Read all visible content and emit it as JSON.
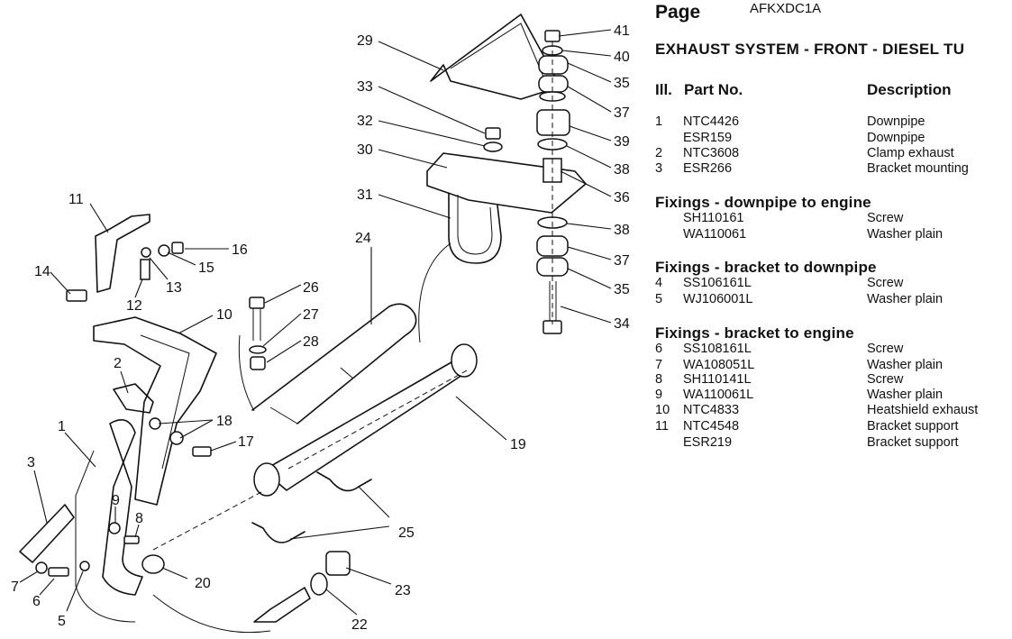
{
  "page": {
    "label": "Page",
    "code": "AFKXDC1A"
  },
  "title": "EXHAUST SYSTEM - FRONT - DIESEL TU",
  "columns": {
    "ill": "Ill.",
    "part_no": "Part No.",
    "description": "Description"
  },
  "main_rows": [
    {
      "ill": "1",
      "part": "NTC4426",
      "desc": "Downpipe"
    },
    {
      "ill": "",
      "part": "ESR159",
      "desc": "Downpipe"
    },
    {
      "ill": "2",
      "part": "NTC3608",
      "desc": "Clamp  exhaust"
    },
    {
      "ill": "3",
      "part": "ESR266",
      "desc": "Bracket  mounting"
    }
  ],
  "sections": [
    {
      "title": "Fixings - downpipe to engine",
      "rows": [
        {
          "ill": "",
          "part": "SH110161",
          "desc": "Screw"
        },
        {
          "ill": "",
          "part": "WA110061",
          "desc": "Washer  plain"
        }
      ]
    },
    {
      "title": "Fixings - bracket to downpipe",
      "rows": [
        {
          "ill": "4",
          "part": "SS106161L",
          "desc": "Screw"
        },
        {
          "ill": "5",
          "part": "WJ106001L",
          "desc": "Washer  plain"
        }
      ]
    },
    {
      "title": "Fixings - bracket to engine",
      "rows": [
        {
          "ill": "6",
          "part": "SS108161L",
          "desc": "Screw"
        },
        {
          "ill": "7",
          "part": "WA108051L",
          "desc": "Washer  plain"
        },
        {
          "ill": "8",
          "part": "SH110141L",
          "desc": "Screw"
        },
        {
          "ill": "9",
          "part": "WA110061L",
          "desc": "Washer  plain"
        },
        {
          "ill": "10",
          "part": "NTC4833",
          "desc": "Heatshield  exhaust"
        },
        {
          "ill": "11",
          "part": "NTC4548",
          "desc": "Bracket  support"
        },
        {
          "ill": "",
          "part": "ESR219",
          "desc": "Bracket  support"
        }
      ]
    }
  ],
  "callouts": [
    "1",
    "2",
    "3",
    "5",
    "6",
    "7",
    "8",
    "9",
    "10",
    "11",
    "12",
    "13",
    "14",
    "15",
    "16",
    "17",
    "18",
    "19",
    "20",
    "22",
    "23",
    "24",
    "25",
    "26",
    "27",
    "28",
    "29",
    "30",
    "31",
    "32",
    "33",
    "34",
    "35",
    "36",
    "37",
    "38",
    "39",
    "40",
    "41"
  ]
}
